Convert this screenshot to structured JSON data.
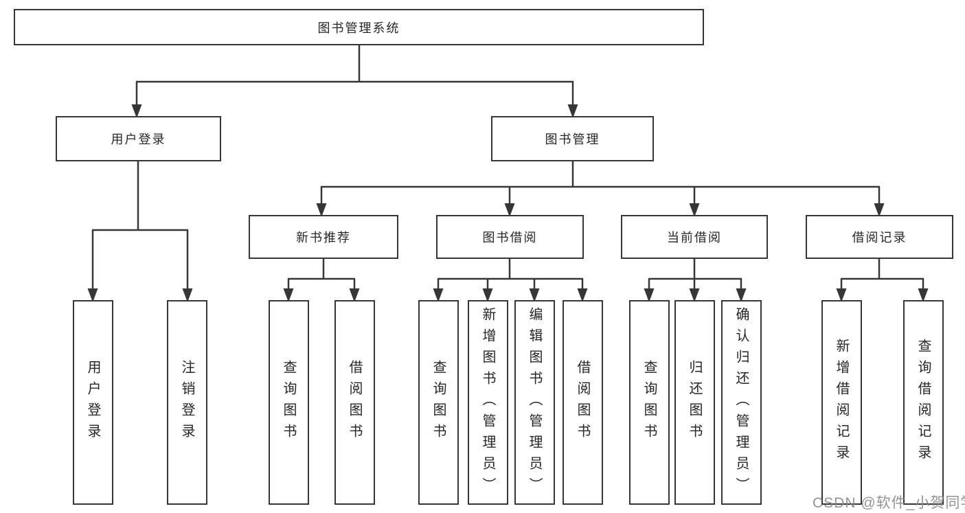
{
  "tree": {
    "label": "图书管理系统",
    "children": [
      {
        "label": "用户登录",
        "children": [
          {
            "label": "用户登录"
          },
          {
            "label": "注销登录"
          }
        ]
      },
      {
        "label": "图书管理",
        "children": [
          {
            "label": "新书推荐",
            "children": [
              {
                "label": "查询图书"
              },
              {
                "label": "借阅图书"
              }
            ]
          },
          {
            "label": "图书借阅",
            "children": [
              {
                "label": "查询图书"
              },
              {
                "label": "新增图书（管理员）"
              },
              {
                "label": "编辑图书（管理员）"
              },
              {
                "label": "借阅图书"
              }
            ]
          },
          {
            "label": "当前借阅",
            "children": [
              {
                "label": "查询图书"
              },
              {
                "label": "归还图书"
              },
              {
                "label": "确认归还（管理员）"
              }
            ]
          },
          {
            "label": "借阅记录",
            "children": [
              {
                "label": "新增借阅记录"
              },
              {
                "label": "查询借阅记录"
              }
            ]
          }
        ]
      }
    ]
  },
  "watermark": {
    "text": "CSDN @软件_小贺同学"
  },
  "colors": {
    "line": "#363636",
    "text": "#262626",
    "box_background": "#ffffff",
    "watermark": "#8a8a8a"
  }
}
